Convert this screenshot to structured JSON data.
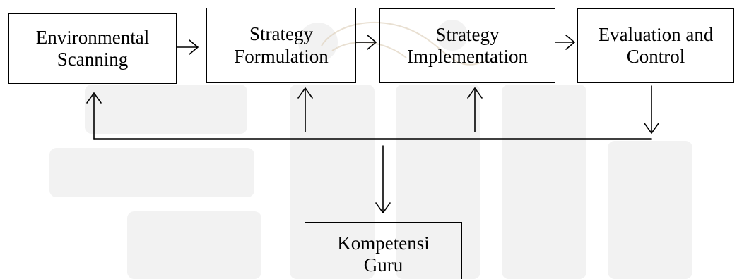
{
  "diagram": {
    "boxes": {
      "environmental_scanning": [
        "Environmental",
        "Scanning"
      ],
      "strategy_formulation": [
        "Strategy",
        "Formulation"
      ],
      "strategy_implementation": [
        "Strategy",
        "Implementation"
      ],
      "evaluation_and_control": [
        "Evaluation and",
        "Control"
      ],
      "kompetensi_guru": [
        "Kompetensi",
        "Guru"
      ]
    }
  }
}
